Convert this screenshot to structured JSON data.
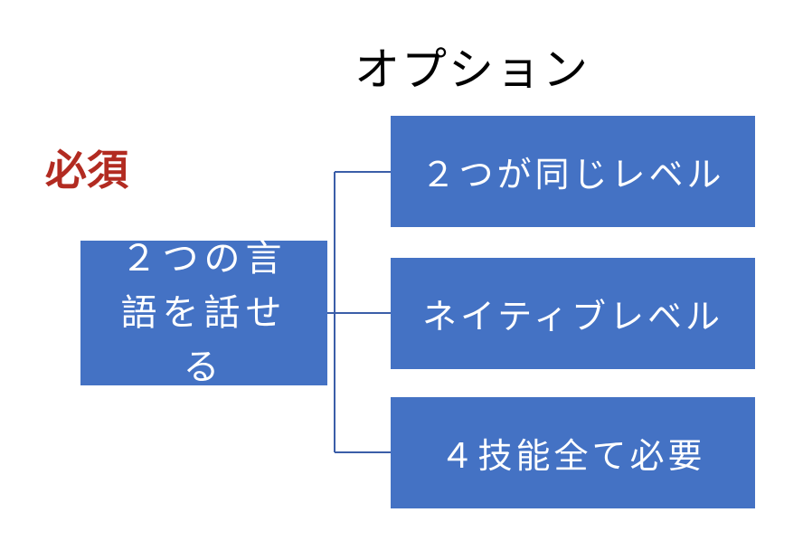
{
  "headings": {
    "options": "オプション",
    "required": "必須"
  },
  "source": {
    "label": "２つの言語を話せる"
  },
  "options": [
    {
      "label": "２つが同じレベル"
    },
    {
      "label": "ネイティブレベル"
    },
    {
      "label": "４技能全て必要"
    }
  ],
  "colors": {
    "box_fill": "#4472c4",
    "box_text": "#ffffff",
    "connector": "#3b5ea8",
    "required_heading": "#b22b21",
    "options_heading": "#000000"
  }
}
